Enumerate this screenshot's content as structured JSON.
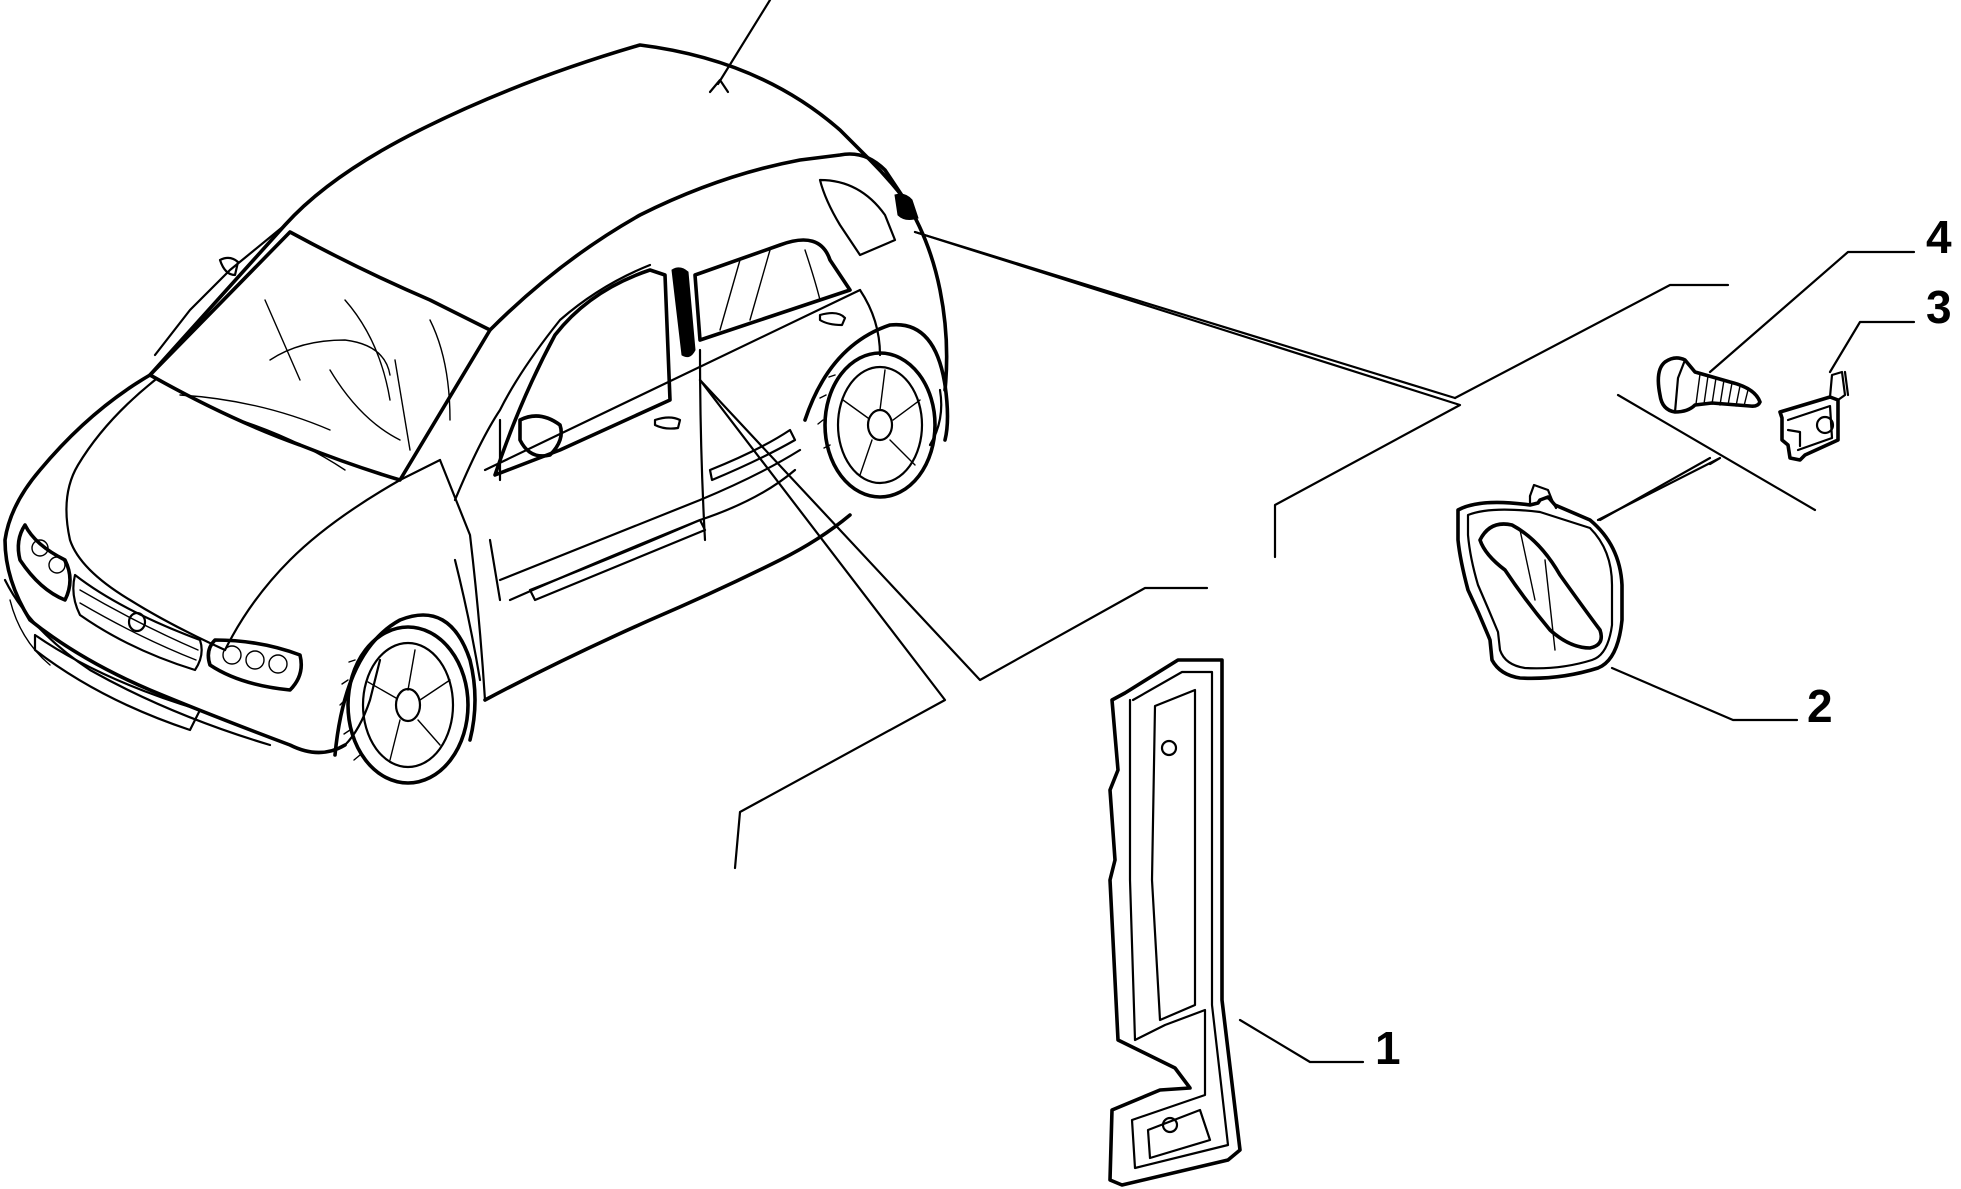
{
  "callouts": [
    {
      "number": "1",
      "part": "gasket"
    },
    {
      "number": "2",
      "part": "door-handle"
    },
    {
      "number": "3",
      "part": "clip-nut"
    },
    {
      "number": "4",
      "part": "screw"
    }
  ],
  "colors": {
    "line": "#000000",
    "background": "#ffffff"
  }
}
